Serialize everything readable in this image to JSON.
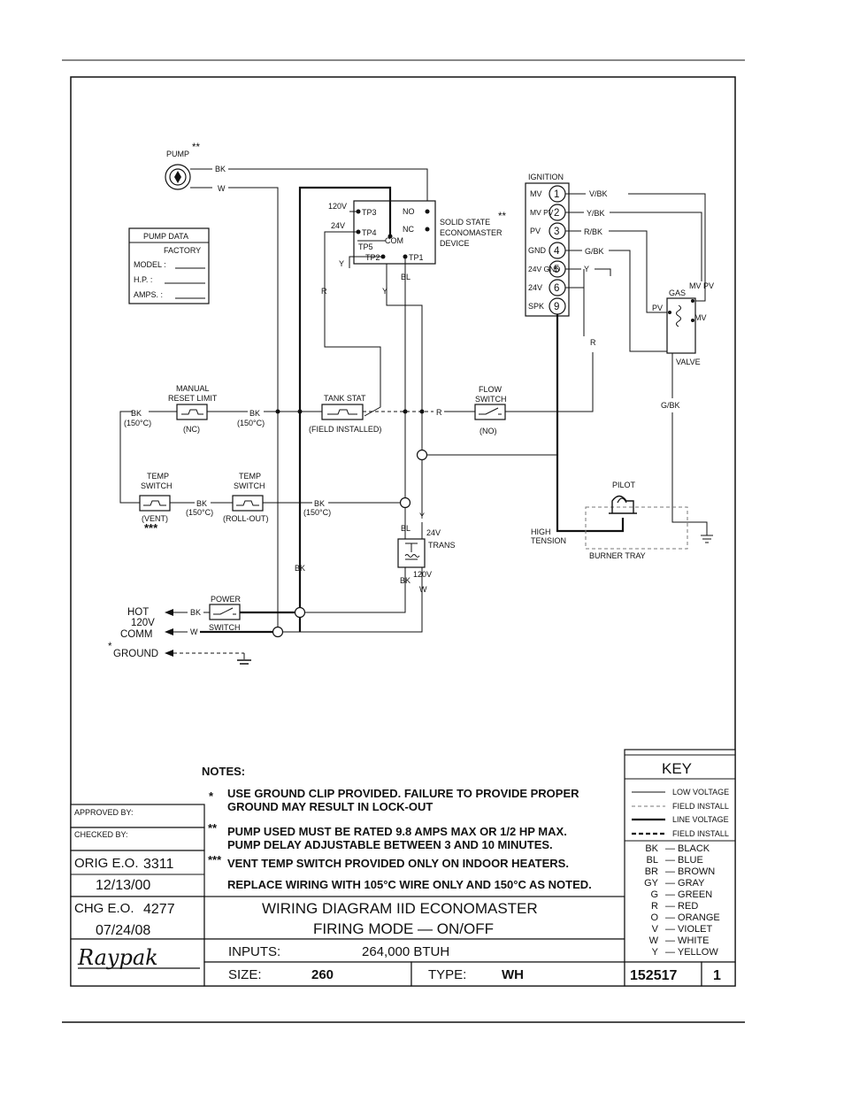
{
  "pump": {
    "label": "PUMP",
    "mark": "**",
    "wire_bk": "BK",
    "wire_w": "W"
  },
  "pump_data": {
    "title": "PUMP DATA",
    "factory": "FACTORY",
    "model": "MODEL :",
    "hp": "H.P. :",
    "amps": "AMPS. :"
  },
  "econ": {
    "tp3": "TP3",
    "tp4": "TP4",
    "tp5": "TP5",
    "tp2": "TP2",
    "tp1": "TP1",
    "no": "NO",
    "nc": "NC",
    "com": "COM",
    "v120": "120V",
    "v24": "24V",
    "y": "Y",
    "r": "R",
    "bl": "BL",
    "y2": "Y",
    "name1": "SOLID STATE",
    "name2": "ECONOMASTER",
    "name3": "DEVICE",
    "mark": "**"
  },
  "ignition": {
    "title": "IGNITION",
    "pins": [
      {
        "label": "MV",
        "num": "1",
        "wire": "V/BK"
      },
      {
        "label": "MV PV",
        "num": "2",
        "wire": "Y/BK"
      },
      {
        "label": "PV",
        "num": "3",
        "wire": "R/BK"
      },
      {
        "label": "GND",
        "num": "4",
        "wire": "G/BK"
      },
      {
        "label": "24V GND",
        "num": "5",
        "wire": "Y"
      },
      {
        "label": "24V",
        "num": "6",
        "wire": ""
      },
      {
        "label": "SPK",
        "num": "9",
        "wire": ""
      }
    ]
  },
  "gas_valve": {
    "gas": "GAS",
    "mv_pv": "MV PV",
    "pv": "PV",
    "mv": "MV",
    "valve": "VALVE",
    "gbk": "G/BK",
    "r": "R"
  },
  "manual_reset": {
    "l1": "MANUAL",
    "l2": "RESET LIMIT",
    "state": "(NC)"
  },
  "bk150_a": "BK (150°C)",
  "bk150_b": "BK (150°C)",
  "tank_stat": {
    "label": "TANK STAT",
    "note": "(FIELD INSTALLED)"
  },
  "flow_switch": {
    "l1": "FLOW",
    "l2": "SWITCH",
    "state": "(NO)",
    "r": "R"
  },
  "temp_vent": {
    "l1": "TEMP",
    "l2": "SWITCH",
    "state": "(VENT)",
    "mark": "***"
  },
  "temp_roll": {
    "l1": "TEMP",
    "l2": "SWITCH",
    "state": "(ROLL-OUT)"
  },
  "bk150_c": "BK (150°C)",
  "bk150_d": "BK (150°C)",
  "trans": {
    "v24": "24V",
    "name": "TRANS",
    "v120": "120V",
    "bl": "BL",
    "y": "Y",
    "bk": "BK",
    "w": "W",
    "bk2": "BK"
  },
  "power": {
    "label": "POWER",
    "switch": "SWITCH",
    "hot": "HOT",
    "v120": "120V",
    "comm": "COMM",
    "ground": "GROUND",
    "mark": "*",
    "bk": "BK",
    "w": "W"
  },
  "pilot": {
    "label": "PILOT",
    "ht1": "HIGH",
    "ht2": "TENSION",
    "tray": "BURNER TRAY"
  },
  "notes": {
    "title": "NOTES:",
    "n1a": "USE GROUND CLIP PROVIDED. FAILURE TO PROVIDE PROPER",
    "n1b": "GROUND MAY RESULT IN LOCK-OUT",
    "n2a": "PUMP USED MUST BE RATED 9.8 AMPS MAX OR 1/2 HP MAX.",
    "n2b": "PUMP DELAY ADJUSTABLE BETWEEN 3 AND 10 MINUTES.",
    "n3": "VENT TEMP SWITCH PROVIDED ONLY ON INDOOR HEATERS.",
    "n4": "REPLACE WIRING WITH 105°C WIRE ONLY AND 150°C AS NOTED.",
    "m1": "*",
    "m2": "**",
    "m3": "***"
  },
  "title_block": {
    "approved": "APPROVED BY:",
    "checked": "CHECKED BY:",
    "orig_label": "ORIG E.O.",
    "orig_num": "3311",
    "orig_date": "12/13/00",
    "chg_label": "CHG E.O.",
    "chg_num": "4277",
    "chg_date": "07/24/08",
    "brand": "Raypak",
    "title1": "WIRING DIAGRAM IID ECONOMASTER",
    "title2": "FIRING MODE — ON/OFF",
    "inputs_label": "INPUTS:",
    "inputs_val": "264,000 BTUH",
    "size_label": "SIZE:",
    "size_val": "260",
    "type_label": "TYPE:",
    "type_val": "WH",
    "drawing_no": "152517",
    "sheet": "1"
  },
  "key": {
    "title": "KEY",
    "lines": [
      "LOW VOLTAGE",
      "FIELD INSTALL",
      "LINE VOLTAGE",
      "FIELD INSTALL"
    ],
    "colors": [
      {
        "code": "BK",
        "name": "BLACK"
      },
      {
        "code": "BL",
        "name": "BLUE"
      },
      {
        "code": "BR",
        "name": "BROWN"
      },
      {
        "code": "GY",
        "name": "GRAY"
      },
      {
        "code": "G",
        "name": "GREEN"
      },
      {
        "code": "R",
        "name": "RED"
      },
      {
        "code": "O",
        "name": "ORANGE"
      },
      {
        "code": "V",
        "name": "VIOLET"
      },
      {
        "code": "W",
        "name": "WHITE"
      },
      {
        "code": "Y",
        "name": "YELLOW"
      }
    ]
  }
}
